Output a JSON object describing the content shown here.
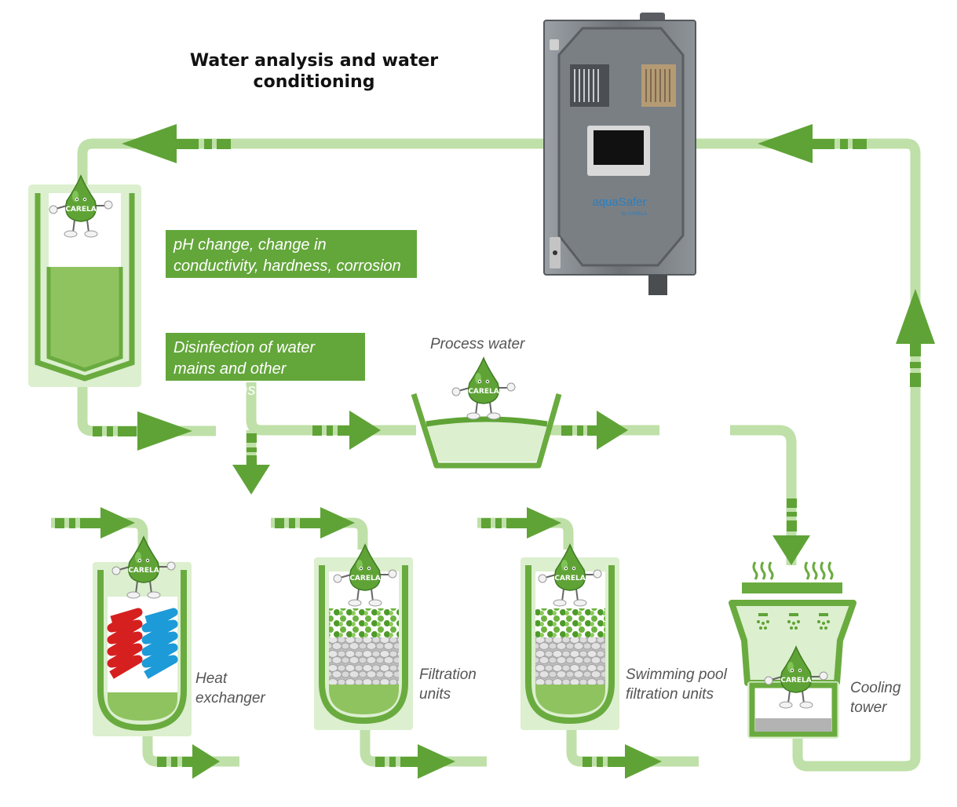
{
  "title": "Water analysis and water conditioning",
  "device": {
    "brand_label": "aquaSafer",
    "sub_label": "by CARELA"
  },
  "boxes": {
    "ph": "pH change, change in conductivity, hardness, corrosion",
    "disinfection": "Disinfection of water mains and other installations"
  },
  "labels": {
    "process_water": "Process water",
    "heat_exchanger": "Heat exchanger",
    "filtration_units": "Filtration units",
    "pool_filtration": "Swimming pool filtration units",
    "cooling_tower": "Cooling tower"
  },
  "mascot_text": "CARELA",
  "colors": {
    "pipe": "#bfe0a8",
    "arrow": "#5fa336",
    "tank_frame": "#6aab3f",
    "water": "#8ec35f",
    "panel": "#dcefcf",
    "hot_coil": "#d62020",
    "cold_coil": "#1d9ad8",
    "device_body": "#6e7378"
  }
}
